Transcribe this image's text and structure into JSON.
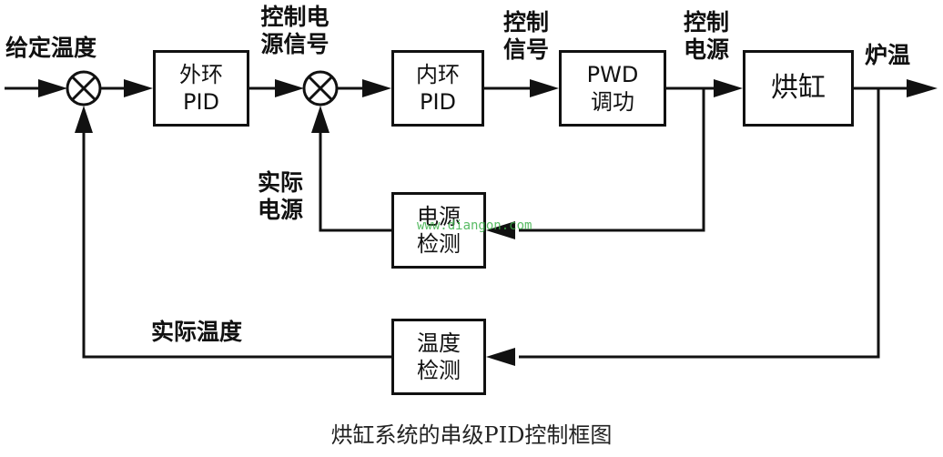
{
  "labels": {
    "setpoint": "给定温度",
    "control_power_signal": [
      "控制电",
      "源信号"
    ],
    "control_signal": [
      "控制",
      "信号"
    ],
    "control_power": [
      "控制",
      "电源"
    ],
    "furnace_temp": "炉温",
    "actual_power": [
      "实际",
      "电源"
    ],
    "actual_temp": "实际温度"
  },
  "blocks": {
    "outer_pid": [
      "外环",
      "PID"
    ],
    "inner_pid": [
      "内环",
      "PID"
    ],
    "pwd": [
      "PWD",
      "调功"
    ],
    "cylinder": "烘缸",
    "power_detect": [
      "电源",
      "检测"
    ],
    "temp_detect": [
      "温度",
      "检测"
    ]
  },
  "watermark": "www.diangon.com",
  "caption": "烘缸系统的串级PID控制框图"
}
